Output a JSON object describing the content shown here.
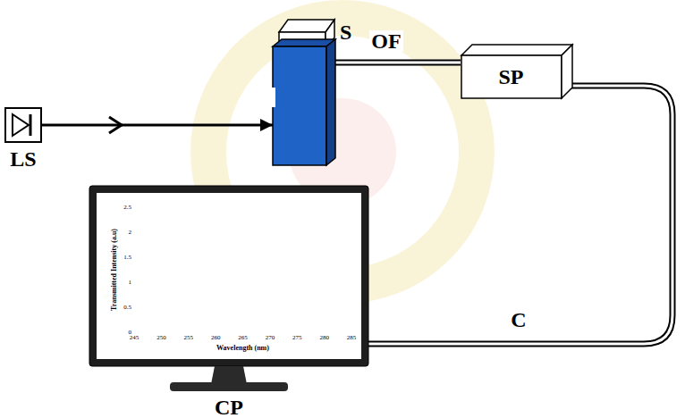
{
  "diagram": {
    "nodes": [
      {
        "text": [
          "LS"
        ]
      },
      {
        "text": [
          "S"
        ]
      },
      {
        "text": [
          "SP"
        ]
      },
      {
        "text": [
          "CP"
        ]
      }
    ],
    "edges": [
      {
        "from": 0,
        "to": 1,
        "arrow": "to"
      },
      {
        "from": 1,
        "to": 2,
        "label": "OF",
        "arrow": "none"
      },
      {
        "from": 2,
        "to": 3,
        "label": "C",
        "arrow": "none"
      }
    ],
    "labels": [
      "Transmitted Intensity (a.u)",
      "Wavelength (nm)",
      "0",
      "0.5",
      "1",
      "1.5",
      "2",
      "2.5",
      "245",
      "250",
      "255",
      "260",
      "265",
      "270",
      "275",
      "280",
      "285"
    ]
  }
}
